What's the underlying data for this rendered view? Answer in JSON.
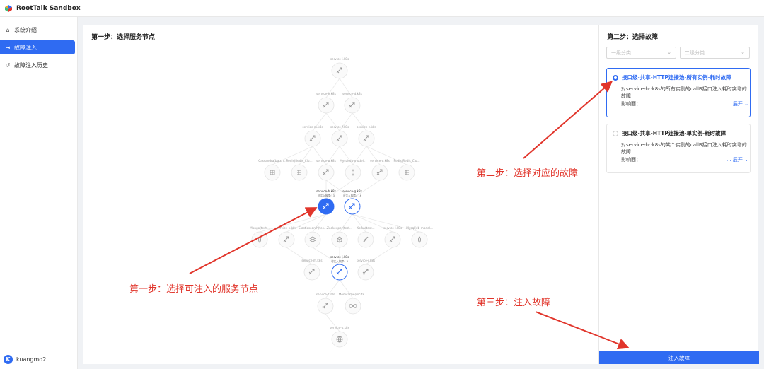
{
  "app": {
    "title": "RootTalk Sandbox"
  },
  "sidebar": {
    "items": [
      {
        "label": "系统介绍",
        "icon": "home-icon",
        "glyph": "⌂",
        "active": false
      },
      {
        "label": "故障注入",
        "icon": "inject-icon",
        "glyph": "⇥",
        "active": true
      },
      {
        "label": "故障注入历史",
        "icon": "history-icon",
        "glyph": "↺",
        "active": false
      }
    ]
  },
  "user": {
    "initial": "K",
    "name": "kuangmo2"
  },
  "graph_panel": {
    "title": "第一步：选择服务节点"
  },
  "graph": {
    "nodes": [
      {
        "id": "n1",
        "label": "service-i.k8s",
        "icon": "rocket",
        "state": "normal"
      },
      {
        "id": "n2",
        "label": "service-h.k8s",
        "icon": "rocket",
        "state": "normal"
      },
      {
        "id": "n3",
        "label": "service-d.k8s",
        "icon": "rocket",
        "state": "normal"
      },
      {
        "id": "n4",
        "label": "service-m.k8s",
        "icon": "rocket",
        "state": "normal"
      },
      {
        "id": "n5",
        "label": "service-f.k8s",
        "icon": "rocket",
        "state": "normal"
      },
      {
        "id": "n6",
        "label": "service-c.k8s",
        "icon": "rocket",
        "state": "normal"
      },
      {
        "id": "n7",
        "label": "Cassandra(batch...",
        "icon": "database",
        "state": "normal"
      },
      {
        "id": "n8",
        "label": "Redis(Redis_Clu...",
        "icon": "cache",
        "state": "normal"
      },
      {
        "id": "n9",
        "label": "service-u.k8s",
        "icon": "rocket",
        "state": "normal"
      },
      {
        "id": "n10",
        "label": "Mysql(db-model...",
        "icon": "storage",
        "state": "normal"
      },
      {
        "id": "n11",
        "label": "service-o.k8s",
        "icon": "rocket",
        "state": "normal"
      },
      {
        "id": "n12",
        "label": "Redis(Redis_Clu...",
        "icon": "cache",
        "state": "normal"
      },
      {
        "id": "n13",
        "label": "service-h.k8s",
        "sub": "可注入故障：3",
        "icon": "rocket",
        "state": "selected"
      },
      {
        "id": "n14",
        "label": "service-g.k8s",
        "sub": "可注入故障：16",
        "icon": "rocket",
        "state": "injectable"
      },
      {
        "id": "n15",
        "label": "Mongo(test...",
        "icon": "storage",
        "state": "normal"
      },
      {
        "id": "n16",
        "label": "service-n.k8s",
        "icon": "rocket",
        "state": "normal"
      },
      {
        "id": "n17",
        "label": "Elasticsearch(tes...",
        "icon": "layers",
        "state": "normal"
      },
      {
        "id": "n18",
        "label": "Zookeeper(test...",
        "icon": "box",
        "state": "normal"
      },
      {
        "id": "n19",
        "label": "Kafka(test...",
        "icon": "feather",
        "state": "normal"
      },
      {
        "id": "n20",
        "label": "service-l.k8s",
        "icon": "rocket",
        "state": "normal"
      },
      {
        "id": "n21",
        "label": "Mysql(db-model...",
        "icon": "storage",
        "state": "normal"
      },
      {
        "id": "n22",
        "label": "service-m.k8s",
        "icon": "rocket",
        "state": "normal"
      },
      {
        "id": "n23",
        "label": "service-j.k8s",
        "sub": "可注入故障：3",
        "icon": "rocket",
        "state": "injectable"
      },
      {
        "id": "n24",
        "label": "service-r.k8s",
        "icon": "rocket",
        "state": "normal"
      },
      {
        "id": "n25",
        "label": "service-f.k8s",
        "icon": "rocket",
        "state": "normal"
      },
      {
        "id": "n26",
        "label": "Memcache(mc-te...",
        "icon": "infinity",
        "state": "normal"
      },
      {
        "id": "n27",
        "label": "service-p.k8s",
        "icon": "globe",
        "state": "normal"
      }
    ],
    "edges": [
      [
        "n1",
        "n2"
      ],
      [
        "n1",
        "n3"
      ],
      [
        "n2",
        "n4"
      ],
      [
        "n2",
        "n5"
      ],
      [
        "n3",
        "n5"
      ],
      [
        "n3",
        "n6"
      ],
      [
        "n4",
        "n7"
      ],
      [
        "n4",
        "n8"
      ],
      [
        "n4",
        "n9"
      ],
      [
        "n5",
        "n9"
      ],
      [
        "n5",
        "n10"
      ],
      [
        "n6",
        "n10"
      ],
      [
        "n6",
        "n11"
      ],
      [
        "n6",
        "n12"
      ],
      [
        "n9",
        "n13"
      ],
      [
        "n9",
        "n14"
      ],
      [
        "n10",
        "n13"
      ],
      [
        "n11",
        "n14"
      ],
      [
        "n13",
        "n15"
      ],
      [
        "n13",
        "n16"
      ],
      [
        "n13",
        "n17"
      ],
      [
        "n14",
        "n18"
      ],
      [
        "n14",
        "n19"
      ],
      [
        "n14",
        "n20"
      ],
      [
        "n14",
        "n21"
      ],
      [
        "n16",
        "n22"
      ],
      [
        "n17",
        "n23"
      ],
      [
        "n18",
        "n23"
      ],
      [
        "n20",
        "n24"
      ],
      [
        "n23",
        "n25"
      ],
      [
        "n23",
        "n26"
      ],
      [
        "n25",
        "n27"
      ]
    ]
  },
  "fault_panel": {
    "title": "第二步：选择故障",
    "select1_placeholder": "一级分类",
    "select2_placeholder": "二级分类",
    "faults": [
      {
        "title": "接口级-共享-HTTP连接池-所有实例-耗时故障",
        "desc": "对service-h::k8s的所有实例的callB接口注入耗时突增的故障",
        "impact_label": "影响面：",
        "expand_label": "展开",
        "selected": true
      },
      {
        "title": "接口级-共享-HTTP连接池-单实例-耗时故障",
        "desc": "对service-h::k8s的某个实例的callB接口注入耗时突增的故障",
        "impact_label": "影响面：",
        "expand_label": "展开",
        "selected": false
      }
    ],
    "inject_button": "注入故障"
  },
  "annotations": {
    "step1": "第一步：选择可注入的服务节点",
    "step2": "第二步：选择对应的故障",
    "step3": "第三步：注入故障",
    "color": "#e1352b"
  },
  "colors": {
    "accent": "#2f6bf2",
    "annotation": "#e1352b"
  }
}
